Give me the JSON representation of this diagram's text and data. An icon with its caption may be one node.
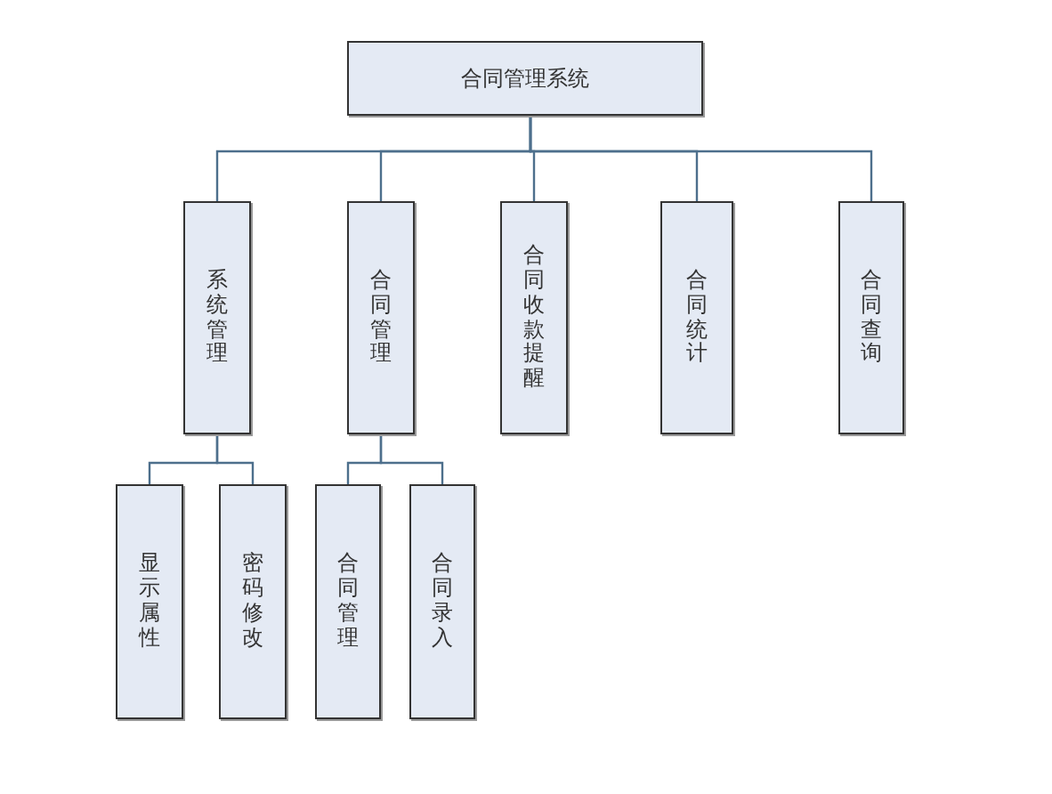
{
  "diagram": {
    "nodes": [
      {
        "text": [
          "合同管理系统"
        ]
      },
      {
        "text": [
          "系统管理"
        ]
      },
      {
        "text": [
          "合同管理"
        ]
      },
      {
        "text": [
          "合同收款提醒"
        ]
      },
      {
        "text": [
          "合同统计"
        ]
      },
      {
        "text": [
          "合同查询"
        ]
      },
      {
        "text": [
          "显示属性"
        ]
      },
      {
        "text": [
          "密码修改"
        ]
      },
      {
        "text": [
          "合同管理"
        ]
      },
      {
        "text": [
          "合同录入"
        ]
      }
    ],
    "edges": [
      {
        "from": 0,
        "to": 1,
        "arrow": "none"
      },
      {
        "from": 0,
        "to": 2,
        "arrow": "none"
      },
      {
        "from": 0,
        "to": 3,
        "arrow": "none"
      },
      {
        "from": 0,
        "to": 4,
        "arrow": "none"
      },
      {
        "from": 0,
        "to": 5,
        "arrow": "none"
      },
      {
        "from": 1,
        "to": 6,
        "arrow": "none"
      },
      {
        "from": 1,
        "to": 7,
        "arrow": "none"
      },
      {
        "from": 2,
        "to": 8,
        "arrow": "none"
      },
      {
        "from": 2,
        "to": 9,
        "arrow": "none"
      }
    ]
  }
}
